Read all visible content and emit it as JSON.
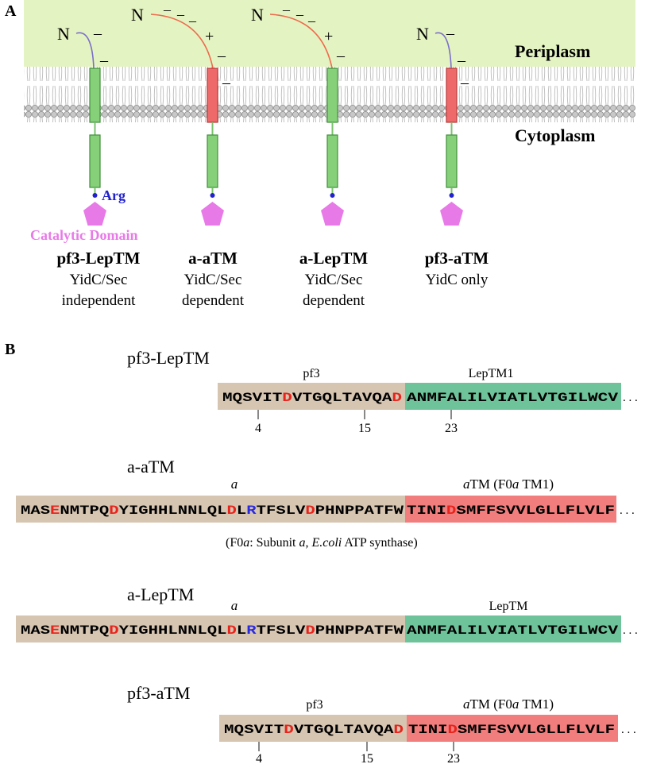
{
  "panel_a": {
    "label": "A",
    "periplasm": "Periplasm",
    "cytoplasm": "Cytoplasm",
    "n_term": "N",
    "minus": "–",
    "plus": "+",
    "arg": "Arg",
    "catalytic": "Catalytic Domain",
    "constructs": [
      {
        "name": "pf3-LepTM",
        "line1": "YidC/Sec",
        "line2": "independent",
        "tm_color": "#86d07a",
        "linker_color": "#7a6fc8"
      },
      {
        "name": "a-aTM",
        "line1": "YidC/Sec",
        "line2": "dependent",
        "tm_color": "#ee6a6a",
        "linker_color": "#ee6a4c"
      },
      {
        "name": "a-LepTM",
        "line1": "YidC/Sec",
        "line2": "dependent",
        "tm_color": "#86d07a",
        "linker_color": "#ee6a4c"
      },
      {
        "name": "pf3-aTM",
        "line1": "YidC only",
        "line2": "",
        "tm_color": "#ee6a6a",
        "linker_color": "#7a6fc8"
      }
    ],
    "colors": {
      "periplasm_bg": "#e4f3c2",
      "membrane": "#b4b4b4",
      "green": "#86d07a",
      "red": "#ee6a6a",
      "pink": "#e87ae8",
      "blue": "#2222cc"
    }
  },
  "panel_b": {
    "label": "B",
    "colors": {
      "tan": "#d6c5b1",
      "green": "#6fc39b",
      "pink": "#f27d7d",
      "acidic": "#e8241c",
      "basic": "#2a2ae0"
    },
    "ellipsis": ". . .",
    "note_open": "(F0",
    "note_a": "a",
    "note_mid": ": Subunit ",
    "note_a2": "a",
    "note_sep": ", ",
    "note_ecoli": "E.coli",
    "note_end": " ATP synthase)",
    "rows": [
      {
        "title": "pf3-LepTM",
        "seg1_label": "pf3",
        "seg2_label": "LepTM1",
        "seg1_chars": [
          "MQSVIT",
          "D",
          "VTGQLTAVQA",
          "D"
        ],
        "seg2_chars": [
          "ANMFALILVIATLVTGILWCV"
        ],
        "ticks": [
          "4",
          "15",
          "23"
        ]
      },
      {
        "title": "a-aTM",
        "seg1_label": "a",
        "seg2_label_i": "a",
        "seg2_label": "TM (F0",
        "seg2_label_i2": "a",
        "seg2_label_end": " TM1)",
        "seg1_chars": [
          "MAS",
          "E",
          "NMTPQ",
          "D",
          "YIGHHLNNLQL",
          "D",
          "L",
          "R",
          "TFSLV",
          "D",
          "PHNPPATFW"
        ],
        "seg2_chars": [
          "TINI",
          "D",
          "SMFFSVVLGLLFLVLF"
        ]
      },
      {
        "title": "a-LepTM",
        "seg1_label": "a",
        "seg2_label": "LepTM",
        "seg1_chars": [
          "MAS",
          "E",
          "NMTPQ",
          "D",
          "YIGHHLNNLQL",
          "D",
          "L",
          "R",
          "TFSLV",
          "D",
          "PHNPPATFW"
        ],
        "seg2_chars": [
          "ANMFALILVIATLVTGILWCV"
        ]
      },
      {
        "title": "pf3-aTM",
        "seg1_label": "pf3",
        "seg2_label_i": "a",
        "seg2_label": "TM (F0",
        "seg2_label_i2": "a",
        "seg2_label_end": " TM1)",
        "seg1_chars": [
          "MQSVIT",
          "D",
          "VTGQLTAVQA",
          "D"
        ],
        "seg2_chars": [
          "TINI",
          "D",
          "SMFFSVVLGLLFLVLF"
        ],
        "ticks": [
          "4",
          "15",
          "23"
        ]
      }
    ]
  }
}
